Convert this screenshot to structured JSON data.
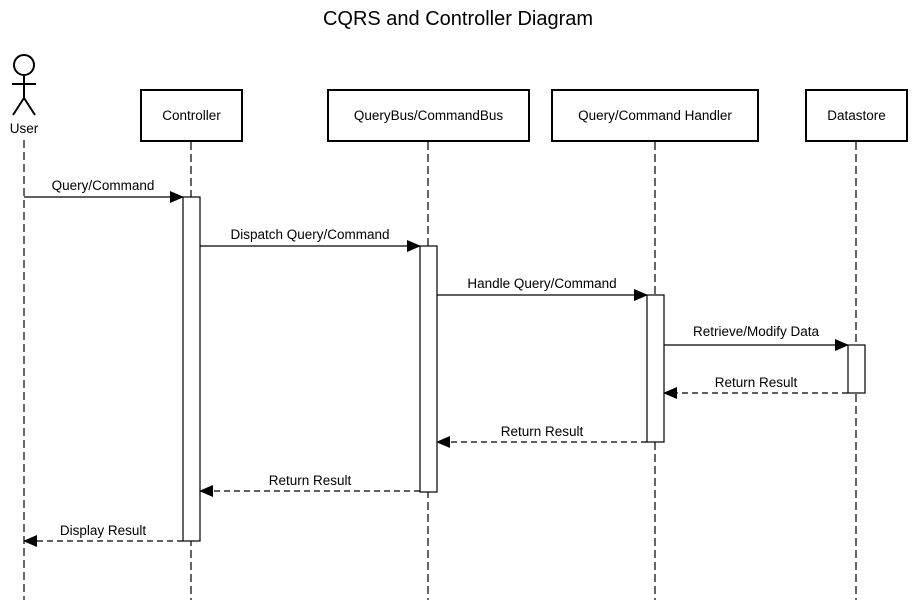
{
  "title": "CQRS and Controller Diagram",
  "actor": {
    "label": "User",
    "icon": "stick-figure-icon"
  },
  "participants": [
    {
      "id": "controller",
      "label": "Controller"
    },
    {
      "id": "bus",
      "label": "QueryBus/CommandBus"
    },
    {
      "id": "handler",
      "label": "Query/Command Handler"
    },
    {
      "id": "datastore",
      "label": "Datastore"
    }
  ],
  "messages": [
    {
      "id": "query-command",
      "label": "Query/Command",
      "from": "user",
      "to": "controller",
      "style": "solid"
    },
    {
      "id": "dispatch",
      "label": "Dispatch Query/Command",
      "from": "controller",
      "to": "bus",
      "style": "solid"
    },
    {
      "id": "handle",
      "label": "Handle Query/Command",
      "from": "bus",
      "to": "handler",
      "style": "solid"
    },
    {
      "id": "retrieve-modify",
      "label": "Retrieve/Modify Data",
      "from": "handler",
      "to": "datastore",
      "style": "solid"
    },
    {
      "id": "return-datastore",
      "label": "Return Result",
      "from": "datastore",
      "to": "handler",
      "style": "dashed"
    },
    {
      "id": "return-handler",
      "label": "Return Result",
      "from": "handler",
      "to": "bus",
      "style": "dashed"
    },
    {
      "id": "return-bus",
      "label": "Return Result",
      "from": "bus",
      "to": "controller",
      "style": "dashed"
    },
    {
      "id": "display",
      "label": "Display Result",
      "from": "controller",
      "to": "user",
      "style": "dashed"
    }
  ]
}
